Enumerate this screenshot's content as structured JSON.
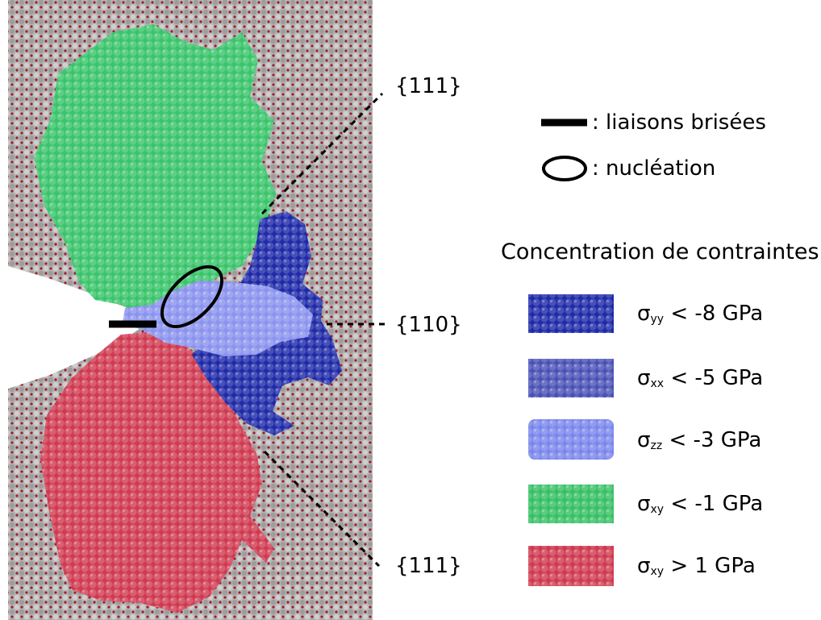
{
  "plane_labels": [
    "{111}",
    "{110}",
    "{111}"
  ],
  "legend_markers": [
    {
      "icon": "thick-line",
      "text": ": liaisons brisées"
    },
    {
      "icon": "ellipse",
      "text": ": nucléation"
    }
  ],
  "legend_title": "Concentration de contraintes",
  "legend_items": [
    {
      "sigma": "σ",
      "sub": "yy",
      "rest": " < -8 GPa",
      "color": "#1f2aa8"
    },
    {
      "sigma": "σ",
      "sub": "xx",
      "rest": " < -5 GPa",
      "color": "#4a52b6"
    },
    {
      "sigma": "σ",
      "sub": "zz",
      "rest": " < -3 GPa",
      "color": "#7a86ec"
    },
    {
      "sigma": "σ",
      "sub": "xy",
      "rest": " < -1 GPa",
      "color": "#36bf64"
    },
    {
      "sigma": "σ",
      "sub": "xy",
      "rest": " > 1 GPa",
      "color": "#cf3a50"
    }
  ],
  "colors": {
    "lattice_bg": "#b3b3b3",
    "lattice_dot": "#a11d2a",
    "green_region": "#39c46a",
    "red_region": "#cf3a50",
    "dark_blue_region": "#1f2aa8",
    "light_blue_region": "#8a93ee"
  }
}
